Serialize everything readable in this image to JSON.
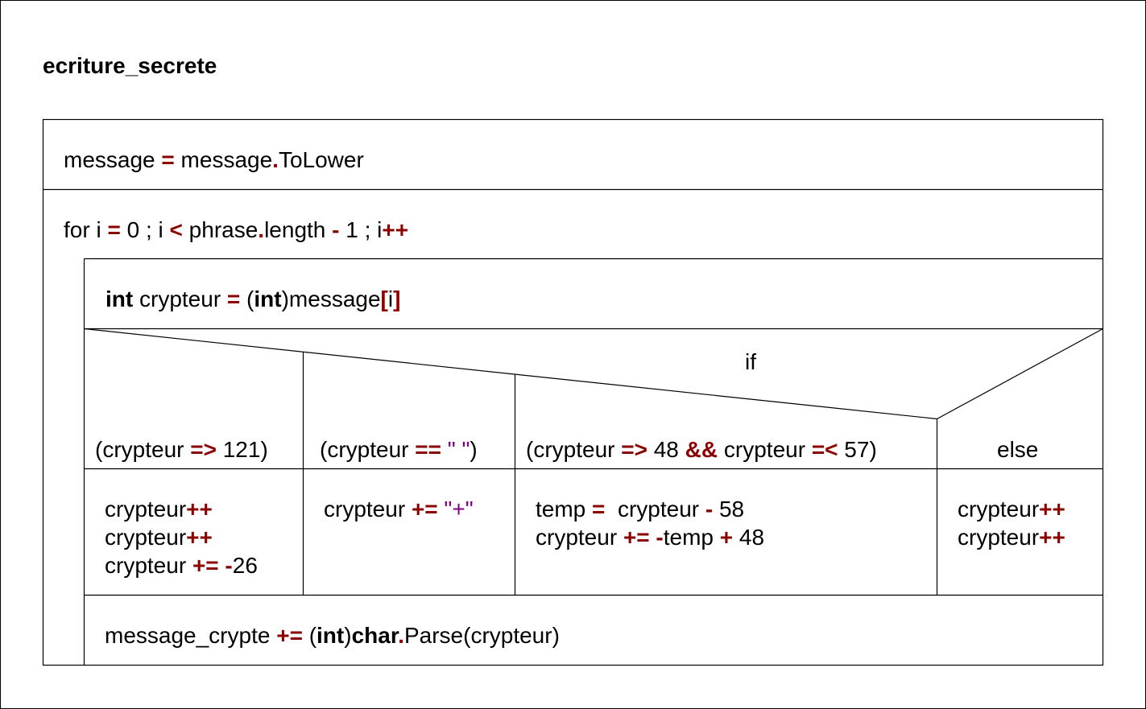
{
  "title": "ecriture_secrete",
  "statements": {
    "tolower": [
      {
        "t": "message ",
        "c": ""
      },
      {
        "t": "=",
        "c": "op"
      },
      {
        "t": " message",
        "c": ""
      },
      {
        "t": ".",
        "c": "op"
      },
      {
        "t": "ToLower",
        "c": ""
      }
    ],
    "for_loop": [
      {
        "t": "for i ",
        "c": ""
      },
      {
        "t": "=",
        "c": "op"
      },
      {
        "t": " 0 ; i ",
        "c": ""
      },
      {
        "t": "<",
        "c": "op"
      },
      {
        "t": " phrase",
        "c": ""
      },
      {
        "t": ".",
        "c": "op"
      },
      {
        "t": "length ",
        "c": ""
      },
      {
        "t": "-",
        "c": "op"
      },
      {
        "t": " 1 ; i",
        "c": ""
      },
      {
        "t": "++",
        "c": "op"
      }
    ],
    "int_decl": [
      {
        "t": "int",
        "c": "kw"
      },
      {
        "t": " crypteur ",
        "c": ""
      },
      {
        "t": "=",
        "c": "op"
      },
      {
        "t": " (",
        "c": ""
      },
      {
        "t": "int",
        "c": "kw"
      },
      {
        "t": ")message",
        "c": ""
      },
      {
        "t": "[",
        "c": "op"
      },
      {
        "t": "i",
        "c": ""
      },
      {
        "t": "]",
        "c": "op"
      }
    ],
    "final": [
      {
        "t": "message_crypte ",
        "c": ""
      },
      {
        "t": "+=",
        "c": "op"
      },
      {
        "t": " (",
        "c": ""
      },
      {
        "t": "int",
        "c": "kw"
      },
      {
        "t": ")",
        "c": ""
      },
      {
        "t": "char",
        "c": "kw"
      },
      {
        "t": ".",
        "c": "op"
      },
      {
        "t": "Parse(crypteur)",
        "c": ""
      }
    ]
  },
  "if_label": "if",
  "conditions": [
    [
      {
        "t": "(crypteur ",
        "c": ""
      },
      {
        "t": "=>",
        "c": "op"
      },
      {
        "t": " 121)",
        "c": ""
      }
    ],
    [
      {
        "t": "(crypteur ",
        "c": ""
      },
      {
        "t": "==",
        "c": "op"
      },
      {
        "t": " ",
        "c": ""
      },
      {
        "t": "\" \"",
        "c": "str"
      },
      {
        "t": ")",
        "c": ""
      }
    ],
    [
      {
        "t": "(crypteur ",
        "c": ""
      },
      {
        "t": "=>",
        "c": "op"
      },
      {
        "t": " 48 ",
        "c": ""
      },
      {
        "t": "&&",
        "c": "op"
      },
      {
        "t": " crypteur ",
        "c": ""
      },
      {
        "t": "=<",
        "c": "op"
      },
      {
        "t": " 57)",
        "c": ""
      }
    ],
    [
      {
        "t": "else",
        "c": ""
      }
    ]
  ],
  "branches": [
    [
      [
        {
          "t": "crypteur",
          "c": ""
        },
        {
          "t": "++",
          "c": "op"
        }
      ],
      [
        {
          "t": "crypteur",
          "c": ""
        },
        {
          "t": "++",
          "c": "op"
        }
      ],
      [
        {
          "t": "crypteur ",
          "c": ""
        },
        {
          "t": "+=",
          "c": "op"
        },
        {
          "t": " ",
          "c": ""
        },
        {
          "t": "-",
          "c": "op"
        },
        {
          "t": "26",
          "c": ""
        }
      ]
    ],
    [
      [
        {
          "t": "crypteur ",
          "c": ""
        },
        {
          "t": "+=",
          "c": "op"
        },
        {
          "t": " ",
          "c": ""
        },
        {
          "t": "\"+\"",
          "c": "str"
        }
      ]
    ],
    [
      [
        {
          "t": "temp ",
          "c": ""
        },
        {
          "t": "=",
          "c": "op"
        },
        {
          "t": "  crypteur ",
          "c": ""
        },
        {
          "t": "-",
          "c": "op"
        },
        {
          "t": " 58",
          "c": ""
        }
      ],
      [
        {
          "t": "crypteur ",
          "c": ""
        },
        {
          "t": "+=",
          "c": "op"
        },
        {
          "t": " ",
          "c": ""
        },
        {
          "t": "-",
          "c": "op"
        },
        {
          "t": "temp ",
          "c": ""
        },
        {
          "t": "+",
          "c": "op"
        },
        {
          "t": " 48",
          "c": ""
        }
      ]
    ],
    [
      [
        {
          "t": "crypteur",
          "c": ""
        },
        {
          "t": "++",
          "c": "op"
        }
      ],
      [
        {
          "t": "crypteur",
          "c": ""
        },
        {
          "t": "++",
          "c": "op"
        }
      ]
    ]
  ]
}
